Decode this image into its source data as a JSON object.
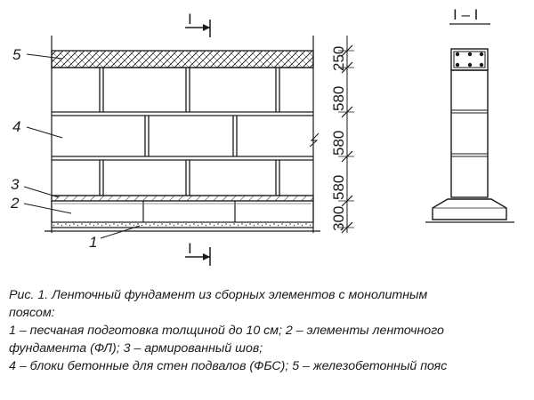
{
  "drawing": {
    "section_mark": "I",
    "section_view_title": "I – I",
    "callouts": [
      "1",
      "2",
      "3",
      "4",
      "5"
    ],
    "dimensions": [
      "250",
      "580",
      "580",
      "580",
      "300"
    ]
  },
  "caption": {
    "line1": "Рис. 1.  Ленточный фундамент из сборных элементов с монолитным",
    "line2": "поясом:",
    "line3": "1 – песчаная подготовка толщиной до 10 см; 2 – элементы ленточного",
    "line4": "фундамента (ФЛ); 3 – армированный шов;",
    "line5": "4 – блоки бетонные для стен подвалов (ФБС); 5 – железобетонный пояс"
  },
  "colors": {
    "ink": "#1a1a1a",
    "background": "#ffffff"
  }
}
